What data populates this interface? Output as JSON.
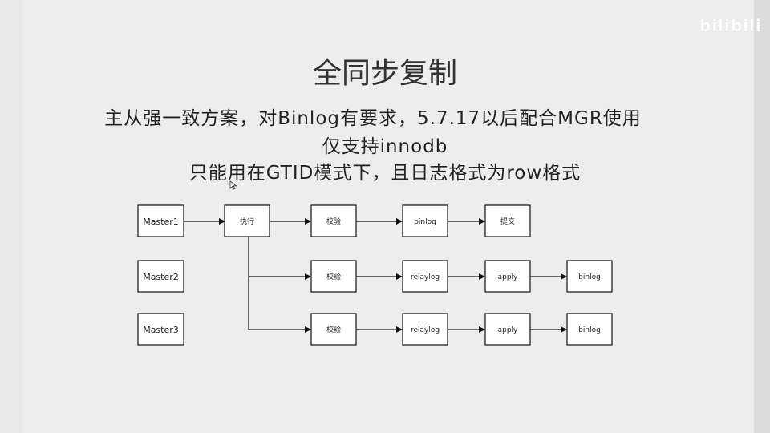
{
  "watermark": "bilibili",
  "slide": {
    "title": "全同步复制",
    "lines": [
      "主从强一致方案，对Binlog有要求，5.7.17以后配合MGR使用",
      "仅支持innodb",
      "只能用在GTID模式下，且日志格式为row格式"
    ]
  },
  "diagram": {
    "nodes": {
      "master1": "Master1",
      "master2": "Master2",
      "master3": "Master3",
      "exec": "执行",
      "verify1": "校验",
      "binlog1": "binlog",
      "commit": "提交",
      "verify2": "校验",
      "relaylog2": "relaylog",
      "apply2": "apply",
      "binlog2": "binlog",
      "verify3": "校验",
      "relaylog3": "relaylog",
      "apply3": "apply",
      "binlog3": "binlog"
    }
  }
}
